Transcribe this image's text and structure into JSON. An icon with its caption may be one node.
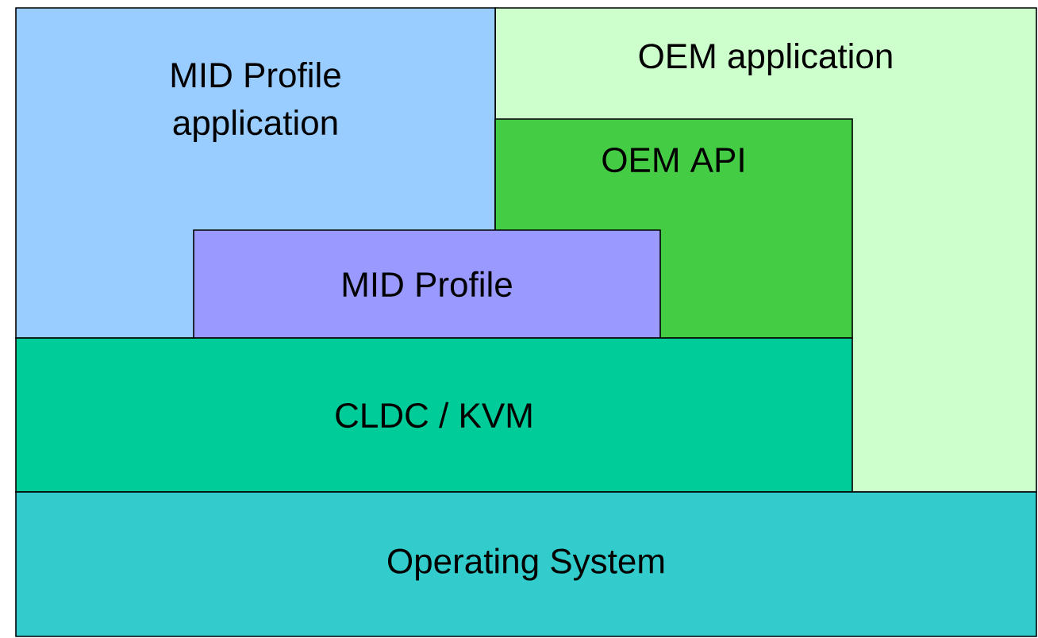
{
  "diagram": {
    "nodes": [
      {
        "text": [
          "OEM application"
        ]
      },
      {
        "text": [
          "MID Profile application"
        ]
      },
      {
        "text": [
          "OEM API"
        ],
        "in": 0
      },
      {
        "text": [
          "MID Profile"
        ]
      },
      {
        "text": [
          "CLDC / KVM"
        ]
      },
      {
        "text": [
          "Operating System"
        ]
      }
    ]
  }
}
